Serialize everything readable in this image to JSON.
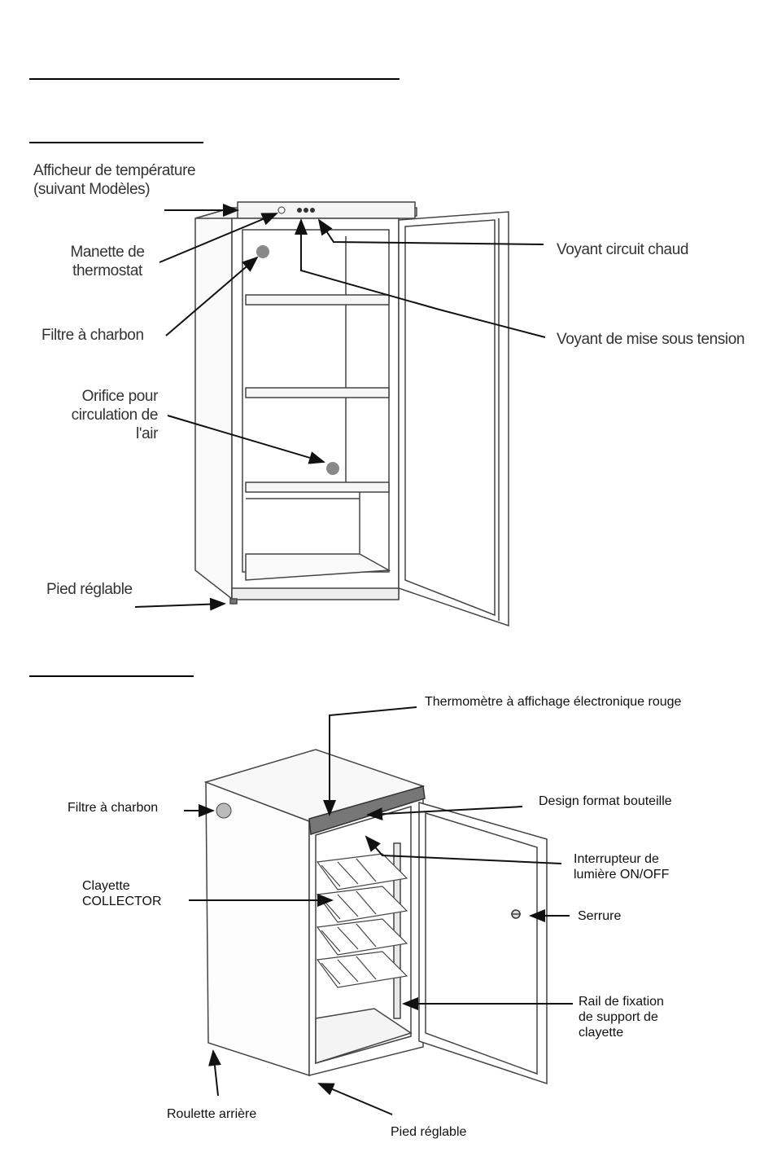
{
  "diagram1": {
    "labels": {
      "afficheur": "Afficheur de température\n(suivant Modèles)",
      "manette": "Manette de\nthermostat",
      "filtre": "Filtre à charbon",
      "orifice": "Orifice pour\ncirculation de\nl'air",
      "pied": "Pied réglable",
      "voyant_chaud": "Voyant circuit chaud",
      "voyant_tension": "Voyant de mise sous tension"
    }
  },
  "diagram2": {
    "labels": {
      "thermometre": "Thermomètre à affichage électronique rouge",
      "design": "Design format bouteille",
      "interrupteur": "Interrupteur de\nlumière ON/OFF",
      "serrure": "Serrure",
      "rail": "Rail de fixation\nde support de\nclayette",
      "filtre": "Filtre à charbon",
      "clayette": "Clayette\nCOLLECTOR",
      "roulette": "Roulette arrière",
      "pied": "Pied réglable"
    }
  }
}
